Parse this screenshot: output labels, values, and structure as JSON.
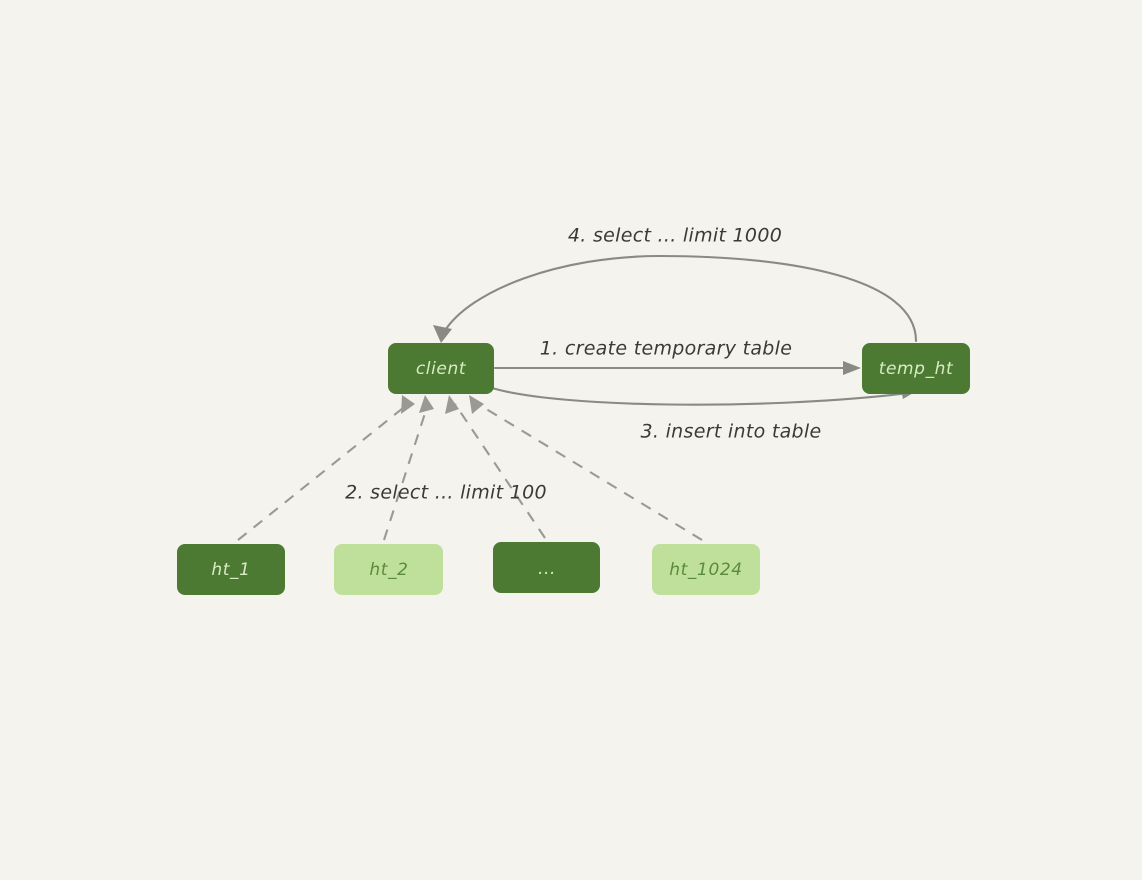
{
  "diagram": {
    "background_color": "#f4f3ee",
    "node_dark_color": "#4c7a32",
    "node_light_color": "#bfe09a",
    "text_on_dark_color": "#d9ebc4",
    "text_on_light_color": "#5c8a3c",
    "edge_color": "#8a8a84",
    "label_color": "#3a3a38",
    "nodes": [
      {
        "id": "client",
        "label": "client",
        "style": "dark"
      },
      {
        "id": "temp_ht",
        "label": "temp_ht",
        "style": "dark"
      },
      {
        "id": "ht_1",
        "label": "ht_1",
        "style": "dark"
      },
      {
        "id": "ht_2",
        "label": "ht_2",
        "style": "light"
      },
      {
        "id": "ht_dots",
        "label": "...",
        "style": "dark"
      },
      {
        "id": "ht_1024",
        "label": "ht_1024",
        "style": "light"
      }
    ],
    "edges": [
      {
        "id": "e1",
        "from": "client",
        "to": "temp_ht",
        "label": "1. create temporary table",
        "style": "solid"
      },
      {
        "id": "e2",
        "from": "ht_*",
        "to": "client",
        "label": "2. select ... limit 100",
        "style": "dashed"
      },
      {
        "id": "e3",
        "from": "client",
        "to": "temp_ht",
        "label": "3. insert into table",
        "style": "solid"
      },
      {
        "id": "e4",
        "from": "temp_ht",
        "to": "client",
        "label": "4. select ... limit 1000",
        "style": "solid"
      }
    ]
  }
}
